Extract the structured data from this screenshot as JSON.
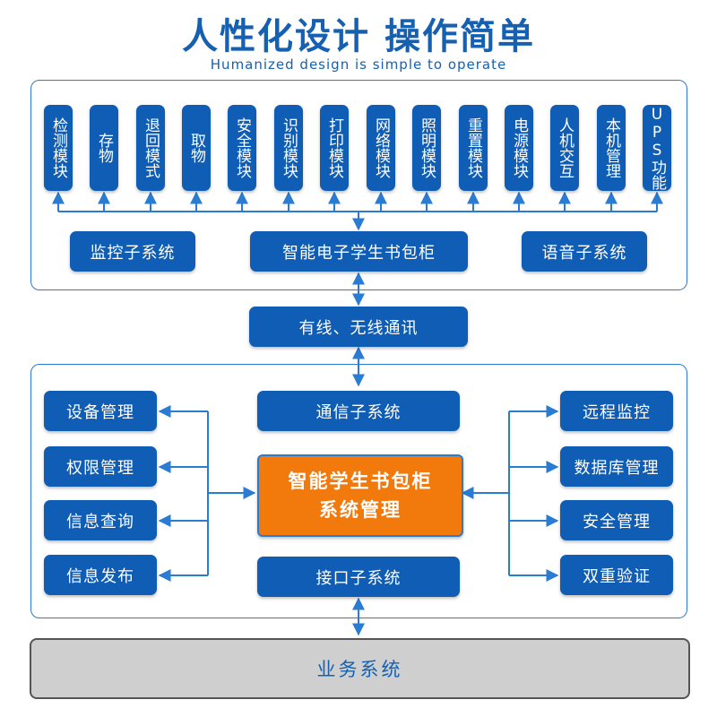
{
  "header": {
    "title": "人性化设计  操作简单",
    "subtitle": "Humanized design is simple to operate"
  },
  "modules": [
    "检测模块",
    "存物",
    "退回模式",
    "取物",
    "安全模块",
    "识别模块",
    "打印模块",
    "网络模块",
    "照明模块",
    "重置模块",
    "电源模块",
    "人机交互",
    "本机管理",
    "UPS功能"
  ],
  "top_panel": {
    "monitor": "监控子系统",
    "cabinet": "智能电子学生书包柜",
    "voice": "语音子系统"
  },
  "comm": "有线、无线通讯",
  "bottom_panel": {
    "left": [
      "设备管理",
      "权限管理",
      "信息查询",
      "信息发布"
    ],
    "right": [
      "远程监控",
      "数据库管理",
      "安全管理",
      "双重验证"
    ],
    "comm_sub": "通信子系统",
    "interface_sub": "接口子系统",
    "center_line1": "智能学生书包柜",
    "center_line2": "系统管理"
  },
  "business": "业务系统",
  "colors": {
    "box_blue": "#0f5db5",
    "title_blue": "#1560b0",
    "center_orange": "#f27a0c",
    "business_gray": "#cfcfcf"
  }
}
